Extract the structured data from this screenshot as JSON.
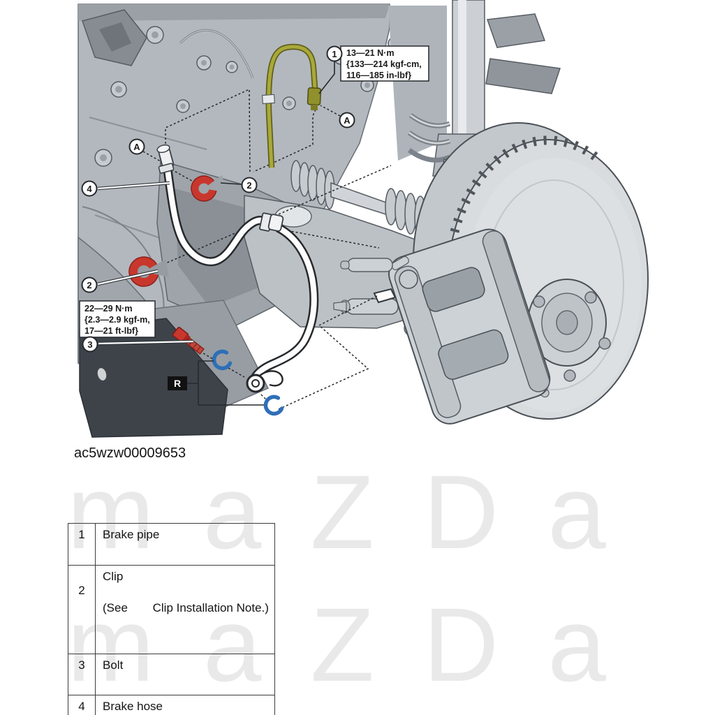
{
  "figure": {
    "code": "ac5wzw00009653",
    "watermark": "maZDa",
    "torque_note_1": {
      "line1": "13—21 N·m",
      "line2": "{133—214 kgf-cm,",
      "line3": "116—185 in-lbf}"
    },
    "torque_note_2": {
      "line1": "22—29 N·m",
      "line2": "{2.3—2.9 kgf-m,",
      "line3": "17—21 ft-lbf}"
    },
    "callouts": {
      "one": "1",
      "two": "2",
      "three": "3",
      "four": "4",
      "a": "A",
      "r": "R"
    },
    "colors": {
      "clip_red": "#c8372d",
      "clip_blue": "#2e6fb7",
      "pipe_yellow": "#a9a93a",
      "metal_light": "#d8dcdf",
      "metal_mid": "#b2b8be",
      "liner_dark": "#3e434a",
      "watermark_gray": "#e9e9e9"
    }
  },
  "parts_table": {
    "rows": [
      {
        "num": "1",
        "desc": "Brake pipe"
      },
      {
        "num": "2",
        "desc": "Clip",
        "note_open": "(See",
        "note_text": "Clip Installation Note.)"
      },
      {
        "num": "3",
        "desc": "Bolt"
      },
      {
        "num": "4",
        "desc": "Brake hose"
      }
    ]
  }
}
